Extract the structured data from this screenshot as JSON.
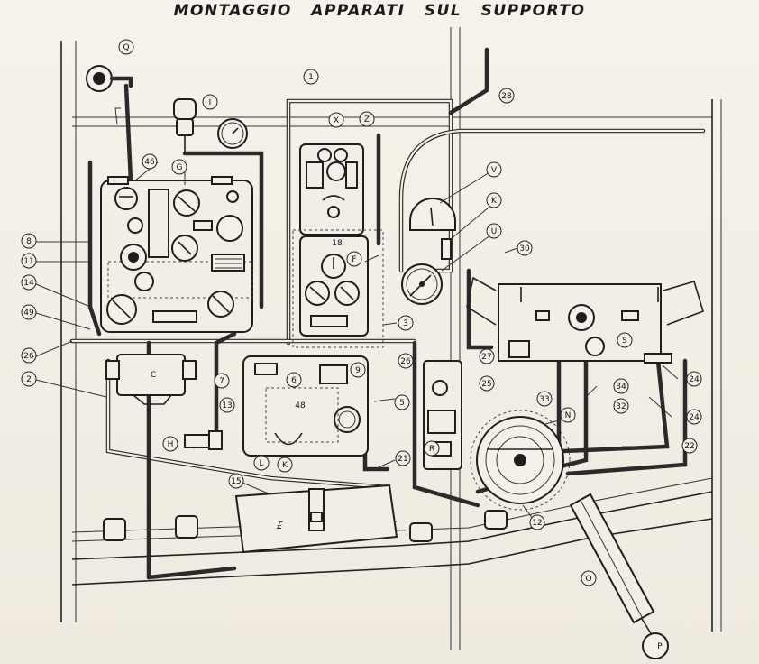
{
  "diagram": {
    "title": "MONTAGGIO  APPARATI  SUL  SUPPORTO"
  },
  "labels": {
    "Q": "Q",
    "I": "I",
    "X": "X",
    "Z": "Z",
    "one": "1",
    "n28": "28",
    "n46": "46",
    "G": "G",
    "V": "V",
    "K1": "K",
    "U": "U",
    "n30": "30",
    "n8": "8",
    "n11": "11",
    "n14": "14",
    "n49": "49",
    "n26a": "26",
    "n2": "2",
    "n18": "18",
    "F": "F",
    "n3": "3",
    "S": "S",
    "n27": "27",
    "C": "C",
    "n7": "7",
    "n6": "6",
    "n9": "9",
    "n26b": "26",
    "n25": "25",
    "n13": "13",
    "n48": "48",
    "n5": "5",
    "n33": "33",
    "n34": "34",
    "n32": "32",
    "n24a": "24",
    "n24b": "24",
    "N": "N",
    "H": "H",
    "R": "R",
    "n22": "22",
    "L": "L",
    "K2": "K",
    "n21": "21",
    "n15": "15",
    "n12": "12",
    "E": "£",
    "O": "O",
    "P": "P"
  },
  "colors": {
    "ink": "#1e1e1e",
    "paper": "#f3efe6"
  }
}
